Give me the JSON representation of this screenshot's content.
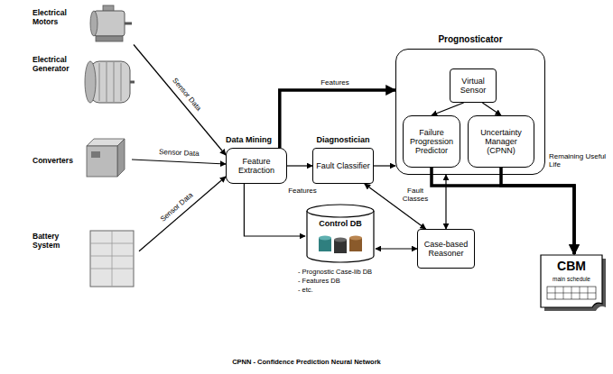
{
  "diagram": {
    "caption": "CPNN - Confidence Prediction Neural Network",
    "nodes": [
      {
        "text": [
          "Electrical Motors"
        ]
      },
      {
        "text": [
          "Electrical Generator"
        ]
      },
      {
        "text": [
          "Converters"
        ]
      },
      {
        "text": [
          "Battery System"
        ]
      },
      {
        "text": [
          "Data Mining",
          "Feature Extraction"
        ]
      },
      {
        "text": [
          "Diagnostician",
          "Fault Classifier"
        ]
      },
      {
        "text": [
          "Prognosticator"
        ]
      },
      {
        "text": [
          "Virtual Sensor"
        ],
        "in": 6
      },
      {
        "text": [
          "Failure Progression Predictor"
        ],
        "in": 6
      },
      {
        "text": [
          "Uncertainty Manager (CPNN)"
        ],
        "in": 6
      },
      {
        "text": [
          "Control DB"
        ]
      },
      {
        "text": [
          "Case-based Reasoner"
        ]
      },
      {
        "text": [
          "CBM",
          "main schedule"
        ]
      }
    ],
    "edges": [
      {
        "from": 0,
        "to": 4,
        "arrow": "to",
        "label": "Sensor Data"
      },
      {
        "from": 2,
        "to": 4,
        "arrow": "to",
        "label": "Sensor Data"
      },
      {
        "from": 3,
        "to": 4,
        "arrow": "to",
        "label": "Sensor Data"
      },
      {
        "from": 4,
        "to": 6,
        "arrow": "to",
        "label": "Features"
      },
      {
        "from": 4,
        "to": 5,
        "arrow": "to",
        "label": "Features"
      },
      {
        "from": 5,
        "to": 6,
        "arrow": "to"
      },
      {
        "from": 7,
        "to": 8,
        "arrow": "to"
      },
      {
        "from": 7,
        "to": 9,
        "arrow": "to"
      },
      {
        "from": 4,
        "to": 10,
        "arrow": "to"
      },
      {
        "from": 10,
        "to": 11,
        "arrow": "both"
      },
      {
        "from": 11,
        "to": 5,
        "arrow": "both",
        "label": "Fault Classes"
      },
      {
        "from": 11,
        "to": 6,
        "arrow": "both"
      },
      {
        "from": 8,
        "to": 12,
        "arrow": "to",
        "label": "Remaining Useful Life"
      },
      {
        "from": 9,
        "to": 12,
        "arrow": "to"
      }
    ],
    "labels": [
      "- Prognostic Case-lib DB",
      "- Features DB",
      "- etc."
    ]
  }
}
